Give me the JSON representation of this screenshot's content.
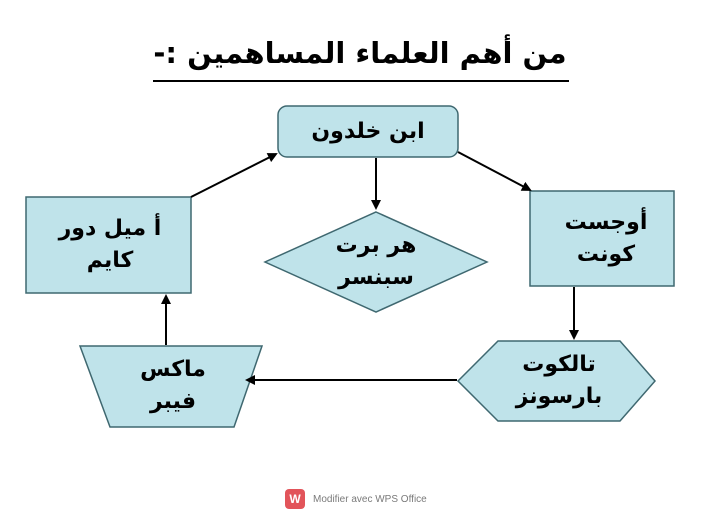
{
  "title": "من أهم العلماء المساهمين :-",
  "colors": {
    "fill": "#bfe3ea",
    "stroke": "#3f6870",
    "arrow": "#000000"
  },
  "nodes": {
    "ibn_khaldun": "ابن خلدون",
    "durkheim": "أ ميل دور كايم",
    "spencer": "هر برت سبنسر",
    "comte": "أوجست كونت",
    "parsons": "تالكوت بارسونز",
    "weber": "ماكس فيبر"
  },
  "watermark": {
    "text": "Modifier avec WPS Office",
    "icon": "wps-office-icon"
  }
}
